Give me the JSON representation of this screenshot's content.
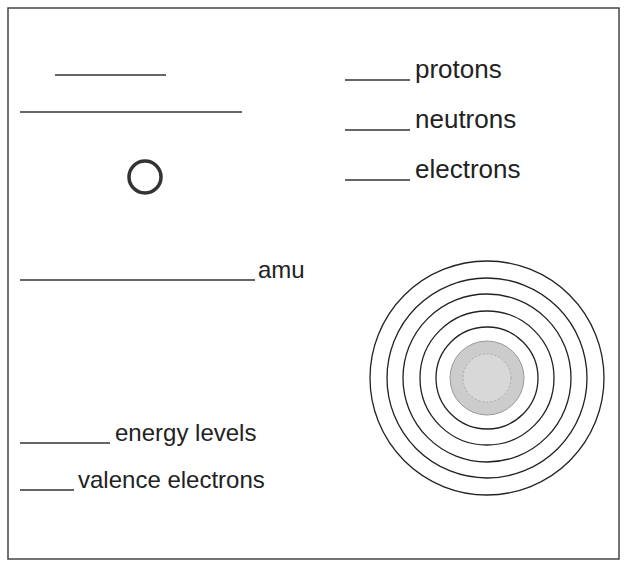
{
  "diagram": {
    "labels": [
      "protons",
      "neutrons",
      "electrons",
      "amu",
      "energy levels",
      "valence electrons"
    ]
  }
}
